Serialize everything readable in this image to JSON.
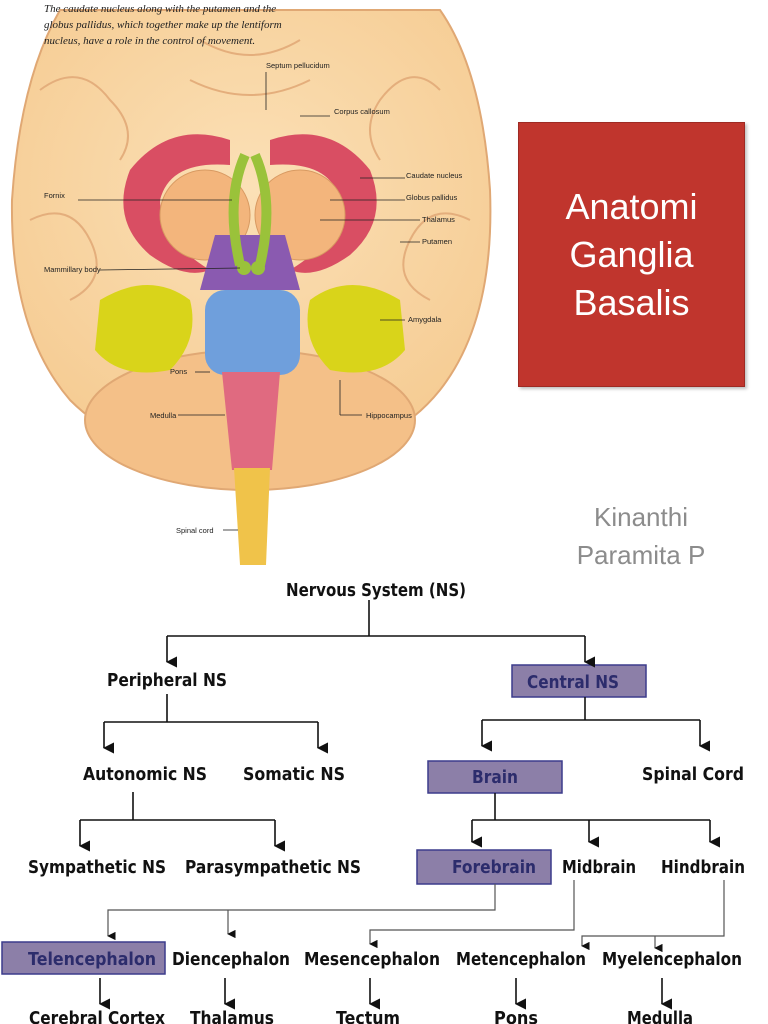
{
  "illustration": {
    "caption": [
      "The caudate nucleus along with the putamen and the",
      "globus pallidus, which together make up the lentiform",
      "nucleus, have a role in the control of movement."
    ],
    "labels": {
      "septum_pellucidum": "Septum pellucidum",
      "corpus_callosum": "Corpus callosum",
      "caudate_nucleus": "Caudate nucleus",
      "globus_pallidus": "Globus pallidus",
      "thalamus": "Thalamus",
      "putamen": "Putamen",
      "fornix": "Fornix",
      "mammillary_body": "Mammillary body",
      "amygdala": "Amygdala",
      "pons": "Pons",
      "medulla": "Medulla",
      "hippocampus": "Hippocampus",
      "spinal_cord": "Spinal cord"
    },
    "colors": {
      "brain": "#f6cd95",
      "caudate": "#d94e63",
      "lentiform": "#f3b57c",
      "fornix": "#9ac23a",
      "thalamus_region": "#8a5ab0",
      "brainstem": "#6f9fdc",
      "amygdala": "#d9d41a",
      "cord_top": "#e06a80",
      "cord_bottom": "#f0c34a"
    }
  },
  "title": {
    "lines": [
      "Anatomi",
      "Ganglia",
      "Basalis"
    ],
    "background": "#c0352d"
  },
  "author": {
    "lines": [
      "Kinanthi",
      "Paramita P"
    ]
  },
  "tree": {
    "highlight_color": "#8c7fa8",
    "nodes": {
      "ns": "Nervous System (NS)",
      "peripheral": "Peripheral NS",
      "central": "Central NS",
      "autonomic": "Autonomic NS",
      "somatic": "Somatic NS",
      "brain": "Brain",
      "spinal_cord": "Spinal Cord",
      "sympathetic": "Sympathetic NS",
      "parasympathetic": "Parasympathetic NS",
      "forebrain": "Forebrain",
      "midbrain": "Midbrain",
      "hindbrain": "Hindbrain",
      "telencephalon": "Telencephalon",
      "diencephalon": "Diencephalon",
      "mesencephalon": "Mesencephalon",
      "metencephalon": "Metencephalon",
      "myelencephalon": "Myelencephalon",
      "cerebral_cortex": "Cerebral Cortex",
      "thalamus": "Thalamus",
      "tectum": "Tectum",
      "pons": "Pons",
      "medulla": "Medulla"
    }
  }
}
